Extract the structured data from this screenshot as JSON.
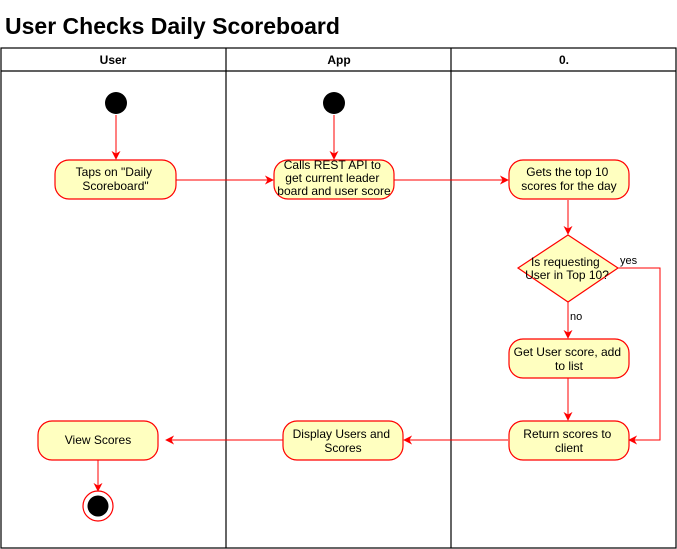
{
  "title": "User Checks Daily Scoreboard",
  "lanes": [
    "User",
    "App",
    "0."
  ],
  "nodes": {
    "taps": [
      "Taps on \"Daily",
      "Scoreboard\""
    ],
    "calls": [
      "Calls REST API to",
      "get current leader",
      "board and user score"
    ],
    "gets_top": [
      "Gets the top 10",
      "scores for the day"
    ],
    "decision": [
      "Is requesting",
      "User in Top 10?"
    ],
    "get_user_score": [
      "Get User score, add",
      "to list"
    ],
    "return_scores": [
      "Return scores to",
      "client"
    ],
    "display": [
      "Display Users and",
      "Scores"
    ],
    "view": [
      "View Scores"
    ]
  },
  "edge_labels": {
    "yes": "yes",
    "no": "no"
  },
  "colors": {
    "node_fill": "#ffffc0",
    "node_stroke": "#ff0000",
    "arrow": "#ff0000",
    "terminal": "#000000"
  }
}
